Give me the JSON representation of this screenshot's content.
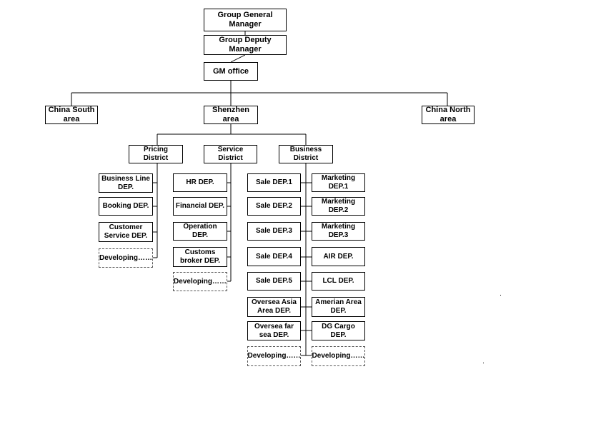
{
  "org_chart": {
    "top": {
      "general_manager": "Group General Manager",
      "deputy_manager": "Group Deputy Manager",
      "gm_office": "GM office"
    },
    "areas": {
      "china_south": "China South area",
      "shenzhen": "Shenzhen area",
      "china_north": "China North area"
    },
    "districts": {
      "pricing": "Pricing District",
      "service": "Service District",
      "business": "Business District"
    },
    "pricing_deps": [
      "Business Line DEP.",
      "Booking DEP.",
      "Customer Service DEP.",
      "Developing……"
    ],
    "service_deps": [
      "HR DEP.",
      "Financial DEP.",
      "Operation DEP.",
      "Customs broker DEP.",
      "Developing……"
    ],
    "business_sales_deps": [
      "Sale DEP.1",
      "Sale DEP.2",
      "Sale DEP.3",
      "Sale DEP.4",
      "Sale DEP.5",
      "Oversea Asia Area DEP.",
      "Oversea far sea DEP.",
      "Developing……"
    ],
    "business_marketing_deps": [
      "Marketing DEP.1",
      "Marketing DEP.2",
      "Marketing DEP.3",
      "AIR DEP.",
      "LCL DEP.",
      "Amerian Area DEP.",
      "DG Cargo DEP.",
      "Developing……"
    ]
  }
}
